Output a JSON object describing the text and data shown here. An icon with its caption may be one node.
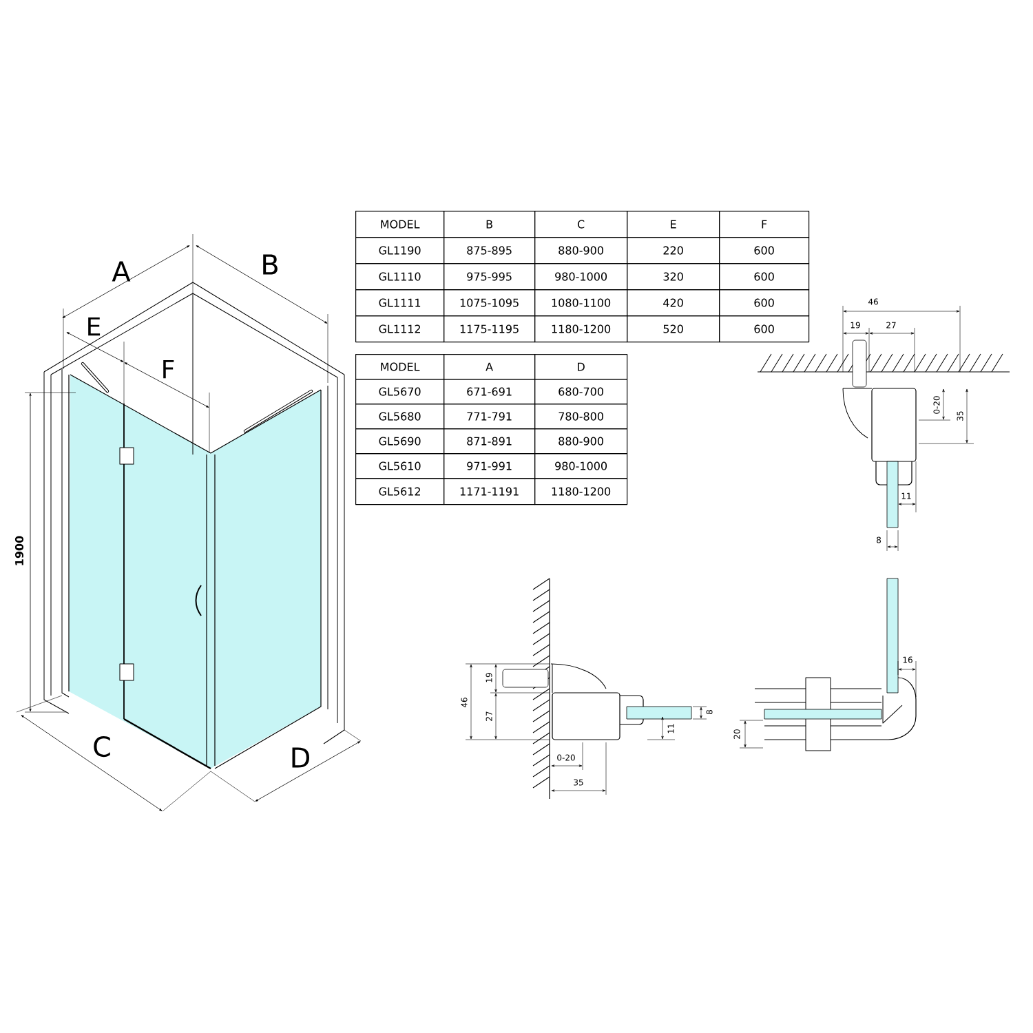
{
  "diagram": {
    "labels": [
      "A",
      "B",
      "E",
      "F",
      "1900",
      "C",
      "D",
      "MODEL",
      "B",
      "C",
      "E",
      "F",
      "GL1190",
      "875-895",
      "880-900",
      "220",
      "600",
      "GL1110",
      "975-995",
      "980-1000",
      "320",
      "600",
      "GL1111",
      "1075-1095",
      "1080-1100",
      "420",
      "600",
      "GL1112",
      "1175-1195",
      "1180-1200",
      "520",
      "600",
      "MODEL",
      "A",
      "D",
      "GL5670",
      "671-691",
      "680-700",
      "GL5680",
      "771-791",
      "780-800",
      "GL5690",
      "871-891",
      "880-900",
      "GL5610",
      "971-991",
      "980-1000",
      "GL5612",
      "1171-1191",
      "1180-1200",
      "46",
      "19",
      "27",
      "0-20",
      "35",
      "11",
      "8",
      "46",
      "19",
      "27",
      "8",
      "11",
      "0-20",
      "35",
      "20",
      "16"
    ]
  }
}
